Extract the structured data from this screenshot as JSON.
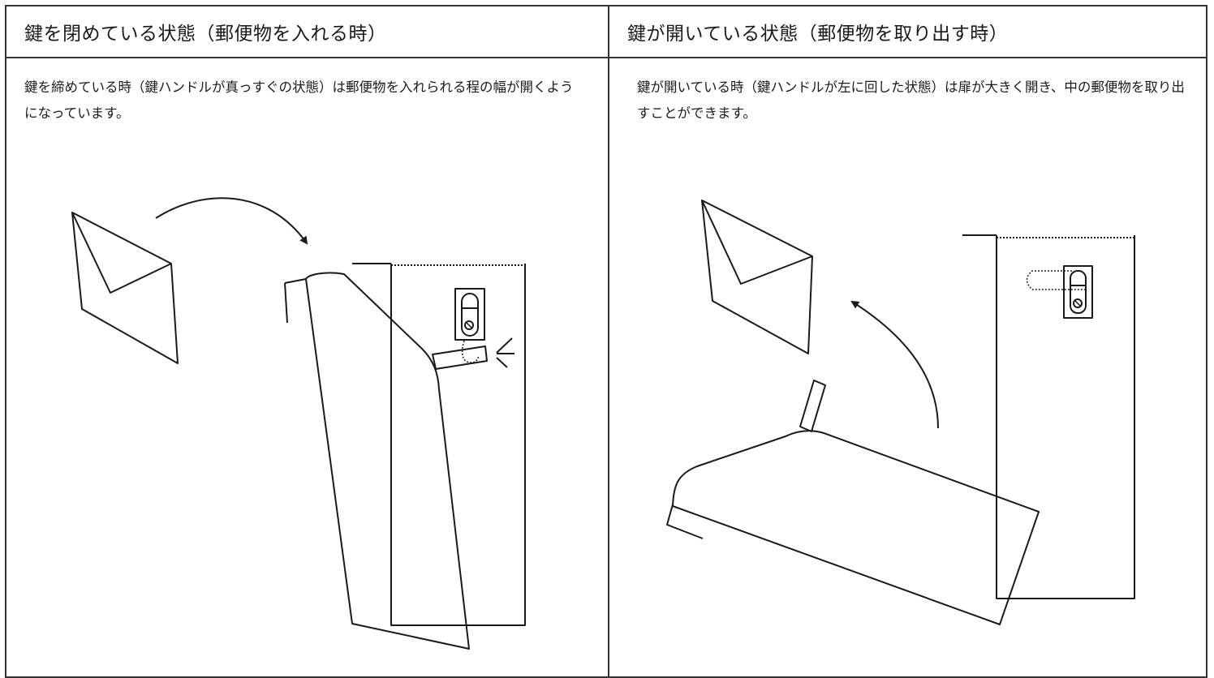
{
  "panels": {
    "left": {
      "title": "鍵を閉めている状態（郵便物を入れる時）",
      "description": "鍵を締めている時（鍵ハンドルが真っすぐの状態）は郵便物を入れられる程の幅が開くようになっています。"
    },
    "right": {
      "title": "鍵が開いている状態（郵便物を取り出す時）",
      "description": "鍵が開いている時（鍵ハンドルが左に回した状態）は扉が大きく開き、中の郵便物を取り出すことができます。"
    }
  },
  "colors": {
    "line": "#1a1a1a",
    "border": "#333333",
    "background": "#ffffff"
  }
}
